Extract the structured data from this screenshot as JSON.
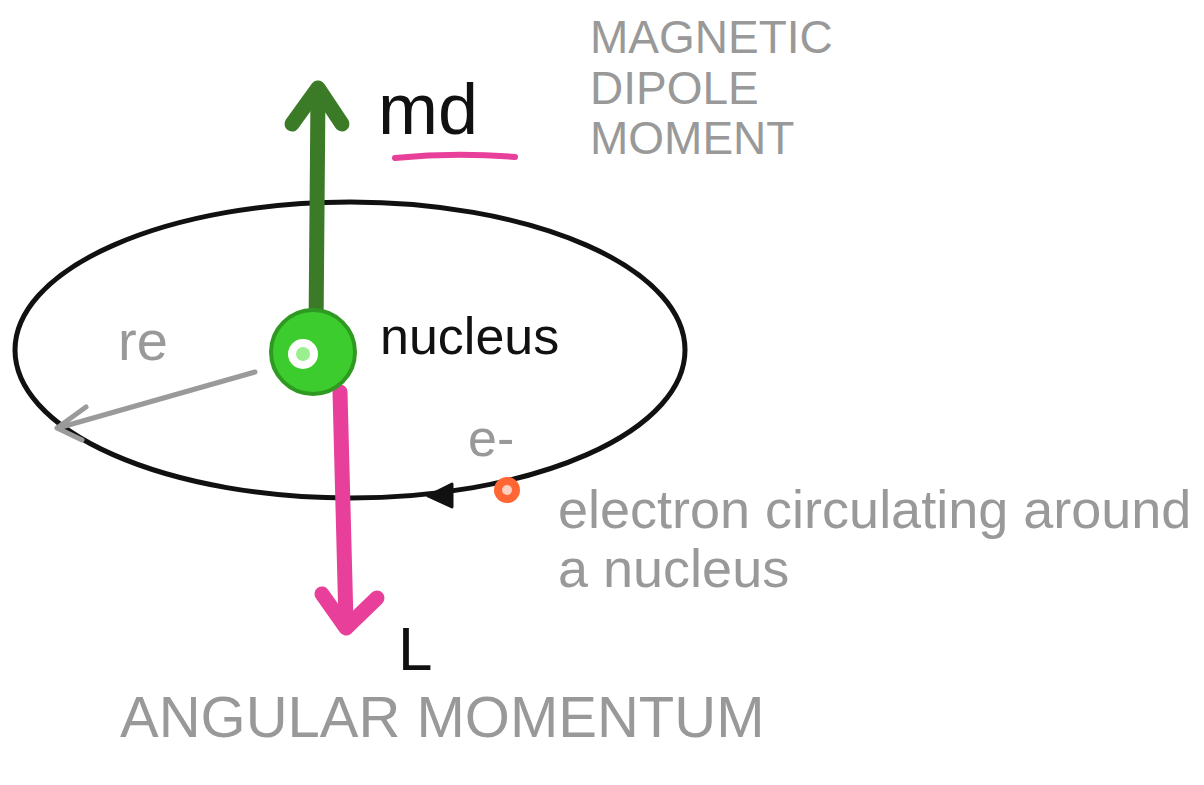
{
  "diagram": {
    "labels": [
      "md",
      "MAGNETIC DIPOLE MOMENT",
      "re",
      "nucleus",
      "e-",
      "electron circulating around a nucleus",
      "L",
      "ANGULAR MOMENTUM"
    ]
  }
}
